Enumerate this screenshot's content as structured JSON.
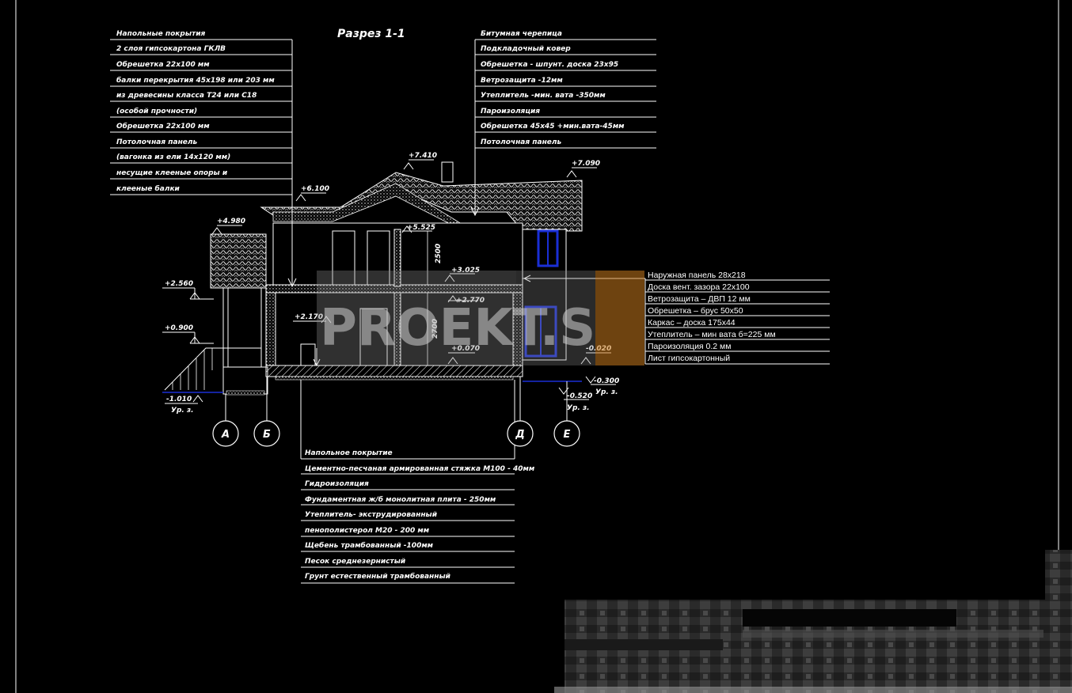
{
  "section_title": "Разрез 1-1",
  "left_notes": [
    "Напольные покрытия",
    "2 слоя гипсокартона ГКЛВ",
    "Обрешетка 22х100 мм",
    "балки перекрытия 45х198 или 203 мм",
    "из древесины класса Т24 или С18",
    "(особой прочности)",
    "Обрешетка 22х100 мм",
    "Потолочная панель",
    "(вагонка из ели 14х120 мм)",
    "несущие клееные опоры и",
    "клееные балки"
  ],
  "roof_notes": [
    "Битумная черепица",
    "Подкладочный ковер",
    "Обрешетка - шпунт. доска 23х95",
    "Ветрозащита -12мм",
    "Утеплитель -мин. вата -350мм",
    "Пароизоляция",
    "Обрешетка 45х45 +мин.вата-45мм",
    "Потолочная панель"
  ],
  "wall_notes": [
    "Наружная панель 28х218",
    "Доска вент. зазора 22х100",
    "Ветрозащита – ДВП 12 мм",
    "Обрешетка – брус 50х50",
    "Каркас – доска 175х44",
    "Утеплитель – мин вата б=225 мм",
    "Пароизоляция 0.2 мм",
    "Лист гипсокартонный"
  ],
  "floor_notes": [
    "Напольное покрытие",
    "Цементно-песчаная армированная стяжка М100 - 40мм",
    "Гидроизоляция",
    "Фундаментная ж/б монолитная плита - 250мм",
    "Утеплитель- экструдированный",
    "пенополистерол М20 - 200 мм",
    "Щебень трамбованный -100мм",
    "Песок среднезернистый",
    "Грунт естественный трамбованный"
  ],
  "elevations": {
    "e7410": "+7.410",
    "e7090": "+7.090",
    "e6100": "+6.100",
    "e5525": "+5.525",
    "e4980": "+4.980",
    "e3025": "+3.025",
    "e2770": "+2.770",
    "e2560": "+2.560",
    "e2170": "+2.170",
    "e0900": "+0.900",
    "e0070": "+0.070",
    "m0020": "-0.020",
    "m0300": "-0.300",
    "m0520": "-0.520",
    "m1010": "-1.010",
    "ground": "Ур. з."
  },
  "dimensions": {
    "upper": "2500",
    "lower": "2700"
  },
  "axes": [
    "А",
    "Б",
    "Д",
    "Е"
  ],
  "watermark": "PROEKT.S",
  "colors": {
    "background": "#000000",
    "lines": "#ffffff",
    "window_frame": "#1a2fd6",
    "watermark_box": "#8a8a8a",
    "watermark_accent": "#c87a1e"
  }
}
